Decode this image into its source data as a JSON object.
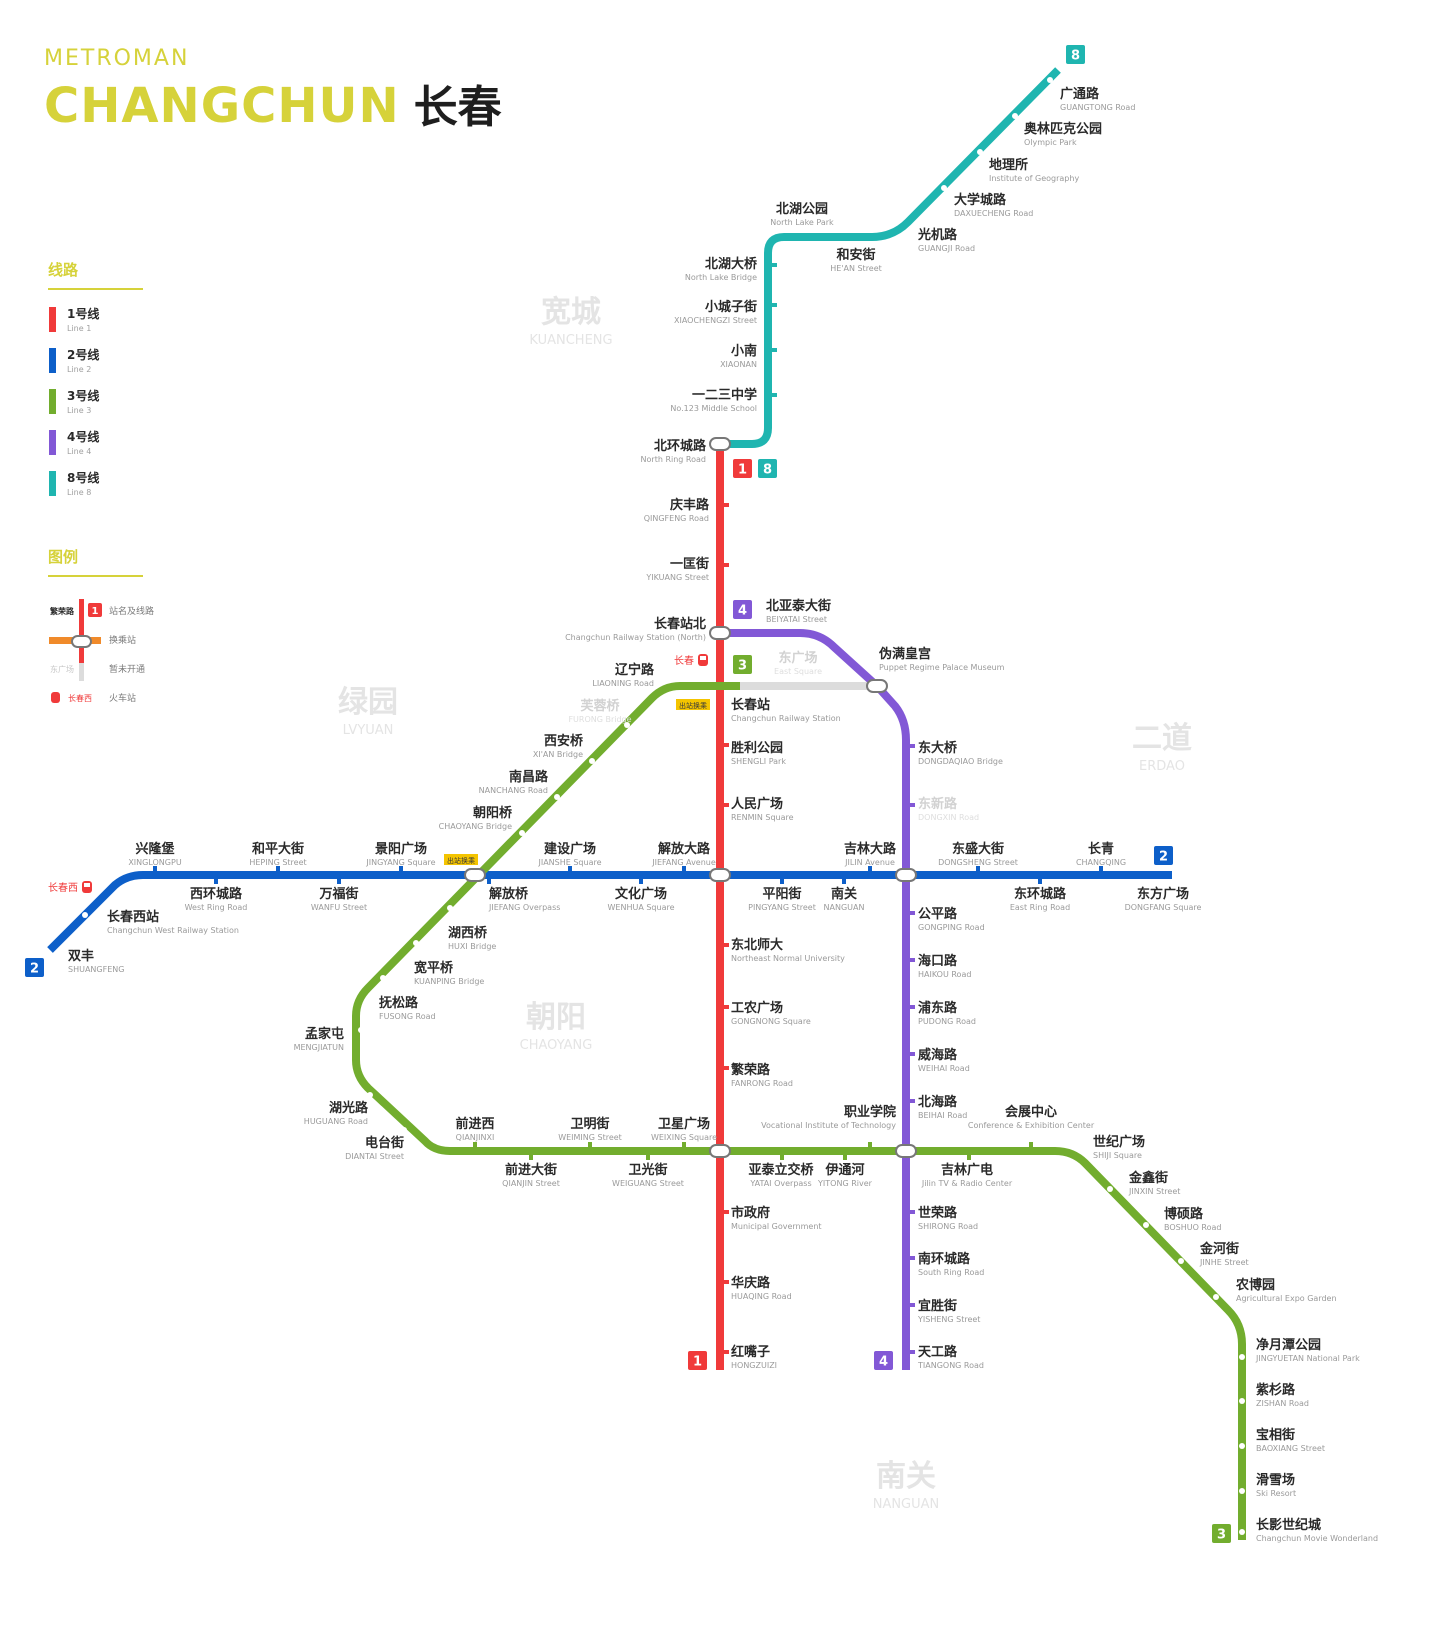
{
  "header": {
    "brand": "METROMAN",
    "city": "CHANGCHUN",
    "city_cn": "长春"
  },
  "legend": {
    "lines_heading": "线路",
    "lines": [
      {
        "name": "1号线",
        "en": "Line 1",
        "color": "#f03a3a"
      },
      {
        "name": "2号线",
        "en": "Line 2",
        "color": "#0d5fc9"
      },
      {
        "name": "3号线",
        "en": "Line 3",
        "color": "#72ad2e"
      },
      {
        "name": "4号线",
        "en": "Line 4",
        "color": "#8258d6"
      },
      {
        "name": "8号线",
        "en": "Line 8",
        "color": "#1fb5b0"
      }
    ],
    "symbols_heading": "图例",
    "symbols": [
      {
        "sample_label": "繁荣路",
        "badge": "1",
        "desc": "站名及线路"
      },
      {
        "desc": "换乘站"
      },
      {
        "sample_label": "东广场",
        "desc": "暂未开通"
      },
      {
        "sample_label": "长春西",
        "desc": "火车站"
      }
    ]
  },
  "districts": [
    {
      "cn": "宽城",
      "en": "KUANCHENG"
    },
    {
      "cn": "绿园",
      "en": "LVYUAN"
    },
    {
      "cn": "二道",
      "en": "ERDAO"
    },
    {
      "cn": "朝阳",
      "en": "CHAOYANG"
    },
    {
      "cn": "南关",
      "en": "NANGUAN"
    }
  ],
  "line_badges": [
    {
      "id": "8",
      "color": "#1fb5b0"
    },
    {
      "id": "1",
      "color": "#f03a3a"
    },
    {
      "id": "8",
      "color": "#1fb5b0"
    },
    {
      "id": "4",
      "color": "#8258d6"
    },
    {
      "id": "3",
      "color": "#72ad2e"
    },
    {
      "id": "2",
      "color": "#0d5fc9"
    },
    {
      "id": "2",
      "color": "#0d5fc9"
    },
    {
      "id": "1",
      "color": "#f03a3a"
    },
    {
      "id": "4",
      "color": "#8258d6"
    },
    {
      "id": "3",
      "color": "#72ad2e"
    }
  ],
  "rail_labels": [
    "长春",
    "长春西"
  ],
  "transfer_notes": [
    "出站换乘",
    "出站换乘"
  ],
  "stations": [
    {
      "cn": "广通路",
      "en": "GUANGTONG Road"
    },
    {
      "cn": "奥林匹克公园",
      "en": "Olympic Park"
    },
    {
      "cn": "地理所",
      "en": "Institute of Geography"
    },
    {
      "cn": "大学城路",
      "en": "DAXUECHENG Road"
    },
    {
      "cn": "光机路",
      "en": "GUANGJI Road"
    },
    {
      "cn": "北湖公园",
      "en": "North Lake Park"
    },
    {
      "cn": "和安街",
      "en": "HE'AN Street"
    },
    {
      "cn": "北湖大桥",
      "en": "North Lake Bridge"
    },
    {
      "cn": "小城子街",
      "en": "XIAOCHENGZI Street"
    },
    {
      "cn": "小南",
      "en": "XIAONAN"
    },
    {
      "cn": "一二三中学",
      "en": "No.123 Middle School"
    },
    {
      "cn": "北环城路",
      "en": "North Ring Road"
    },
    {
      "cn": "庆丰路",
      "en": "QINGFENG Road"
    },
    {
      "cn": "一匡街",
      "en": "YIKUANG Street"
    },
    {
      "cn": "长春站北",
      "en": "Changchun Railway Station (North)"
    },
    {
      "cn": "北亚泰大街",
      "en": "BEIYATAI Street"
    },
    {
      "cn": "东广场",
      "en": "East Square"
    },
    {
      "cn": "伪满皇宫",
      "en": "Puppet Regime Palace Museum"
    },
    {
      "cn": "辽宁路",
      "en": "LIAONING Road"
    },
    {
      "cn": "芙蓉桥",
      "en": "FURONG Bridge"
    },
    {
      "cn": "长春站",
      "en": "Changchun Railway Station"
    },
    {
      "cn": "西安桥",
      "en": "XI'AN Bridge"
    },
    {
      "cn": "胜利公园",
      "en": "SHENGLI Park"
    },
    {
      "cn": "东大桥",
      "en": "DONGDAQIAO Bridge"
    },
    {
      "cn": "南昌路",
      "en": "NANCHANG Road"
    },
    {
      "cn": "人民广场",
      "en": "RENMIN Square"
    },
    {
      "cn": "东新路",
      "en": "DONGXIN Road"
    },
    {
      "cn": "朝阳桥",
      "en": "CHAOYANG Bridge"
    },
    {
      "cn": "兴隆堡",
      "en": "XINGLONGPU"
    },
    {
      "cn": "和平大街",
      "en": "HEPING Street"
    },
    {
      "cn": "景阳广场",
      "en": "JINGYANG Square"
    },
    {
      "cn": "建设广场",
      "en": "JIANSHE Square"
    },
    {
      "cn": "解放大路",
      "en": "JIEFANG Avenue"
    },
    {
      "cn": "吉林大路",
      "en": "JILIN Avenue"
    },
    {
      "cn": "东盛大街",
      "en": "DONGSHENG Street"
    },
    {
      "cn": "长青",
      "en": "CHANGQING"
    },
    {
      "cn": "西环城路",
      "en": "West Ring Road"
    },
    {
      "cn": "万福街",
      "en": "WANFU Street"
    },
    {
      "cn": "解放桥",
      "en": "JIEFANG Overpass"
    },
    {
      "cn": "文化广场",
      "en": "WENHUA Square"
    },
    {
      "cn": "平阳街",
      "en": "PINGYANG Street"
    },
    {
      "cn": "南关",
      "en": "NANGUAN"
    },
    {
      "cn": "东环城路",
      "en": "East Ring Road"
    },
    {
      "cn": "东方广场",
      "en": "DONGFANG Square"
    },
    {
      "cn": "长春西站",
      "en": "Changchun West Railway Station"
    },
    {
      "cn": "双丰",
      "en": "SHUANGFENG"
    },
    {
      "cn": "湖西桥",
      "en": "HUXI Bridge"
    },
    {
      "cn": "东北师大",
      "en": "Northeast Normal University"
    },
    {
      "cn": "公平路",
      "en": "GONGPING Road"
    },
    {
      "cn": "宽平桥",
      "en": "KUANPING Bridge"
    },
    {
      "cn": "海口路",
      "en": "HAIKOU Road"
    },
    {
      "cn": "抚松路",
      "en": "FUSONG Road"
    },
    {
      "cn": "工农广场",
      "en": "GONGNONG Square"
    },
    {
      "cn": "浦东路",
      "en": "PUDONG Road"
    },
    {
      "cn": "孟家屯",
      "en": "MENGJIATUN"
    },
    {
      "cn": "威海路",
      "en": "WEIHAI Road"
    },
    {
      "cn": "繁荣路",
      "en": "FANRONG Road"
    },
    {
      "cn": "湖光路",
      "en": "HUGUANG Road"
    },
    {
      "cn": "北海路",
      "en": "BEIHAI Road"
    },
    {
      "cn": "职业学院",
      "en": "Vocational Institute of Technology"
    },
    {
      "cn": "会展中心",
      "en": "Conference & Exhibition Center"
    },
    {
      "cn": "前进西",
      "en": "QIANJINXI"
    },
    {
      "cn": "卫明街",
      "en": "WEIMING Street"
    },
    {
      "cn": "卫星广场",
      "en": "WEIXING Square"
    },
    {
      "cn": "世纪广场",
      "en": "SHIJI Square"
    },
    {
      "cn": "电台街",
      "en": "DIANTAI Street"
    },
    {
      "cn": "前进大街",
      "en": "QIANJIN Street"
    },
    {
      "cn": "卫光街",
      "en": "WEIGUANG Street"
    },
    {
      "cn": "亚泰立交桥",
      "en": "YATAI Overpass"
    },
    {
      "cn": "伊通河",
      "en": "YITONG River"
    },
    {
      "cn": "吉林广电",
      "en": "Jilin TV & Radio Center"
    },
    {
      "cn": "金鑫街",
      "en": "JINXIN Street"
    },
    {
      "cn": "市政府",
      "en": "Municipal Government"
    },
    {
      "cn": "世荣路",
      "en": "SHIRONG Road"
    },
    {
      "cn": "博硕路",
      "en": "BOSHUO Road"
    },
    {
      "cn": "南环城路",
      "en": "South Ring Road"
    },
    {
      "cn": "金河街",
      "en": "JINHE Street"
    },
    {
      "cn": "华庆路",
      "en": "HUAQING Road"
    },
    {
      "cn": "农博园",
      "en": "Agricultural Expo Garden"
    },
    {
      "cn": "宜胜街",
      "en": "YISHENG Street"
    },
    {
      "cn": "净月潭公园",
      "en": "JINGYUETAN National Park"
    },
    {
      "cn": "红嘴子",
      "en": "HONGZUIZI"
    },
    {
      "cn": "天工路",
      "en": "TIANGONG Road"
    },
    {
      "cn": "紫杉路",
      "en": "ZISHAN Road"
    },
    {
      "cn": "宝相街",
      "en": "BAOXIANG Street"
    },
    {
      "cn": "滑雪场",
      "en": "Ski Resort"
    },
    {
      "cn": "长影世纪城",
      "en": "Changchun Movie Wonderland"
    }
  ]
}
